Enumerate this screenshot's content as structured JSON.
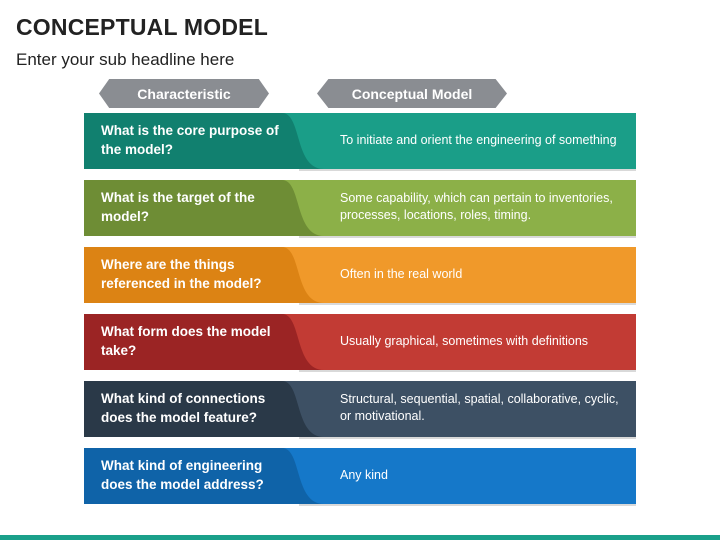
{
  "title": "CONCEPTUAL MODEL",
  "subtitle": "Enter your sub headline here",
  "headers": {
    "left": "Characteristic",
    "right": "Conceptual Model"
  },
  "rows": [
    {
      "question": "What is the core purpose of the model?",
      "answer": "To initiate and orient the engineering of something",
      "color_dark": "#11806f",
      "color_light": "#1a9e88"
    },
    {
      "question": "What is the target of the model?",
      "answer": "Some capability, which can pertain to inventories, processes, locations, roles, timing.",
      "color_dark": "#6e8d35",
      "color_light": "#8cb048"
    },
    {
      "question": "Where are the things referenced in the model?",
      "answer": "Often in the real world",
      "color_dark": "#dc8314",
      "color_light": "#f0992a"
    },
    {
      "question": "What form does the model take?",
      "answer": "Usually graphical, sometimes with definitions",
      "color_dark": "#9b2424",
      "color_light": "#c23b34"
    },
    {
      "question": "What kind of connections does the model feature?",
      "answer": "Structural, sequential, spatial, collaborative, cyclic, or motivational.",
      "color_dark": "#2a3948",
      "color_light": "#3d5064"
    },
    {
      "question": "What kind of engineering does the model address?",
      "answer": "Any kind",
      "color_dark": "#0f63a8",
      "color_light": "#1578c9"
    }
  ]
}
